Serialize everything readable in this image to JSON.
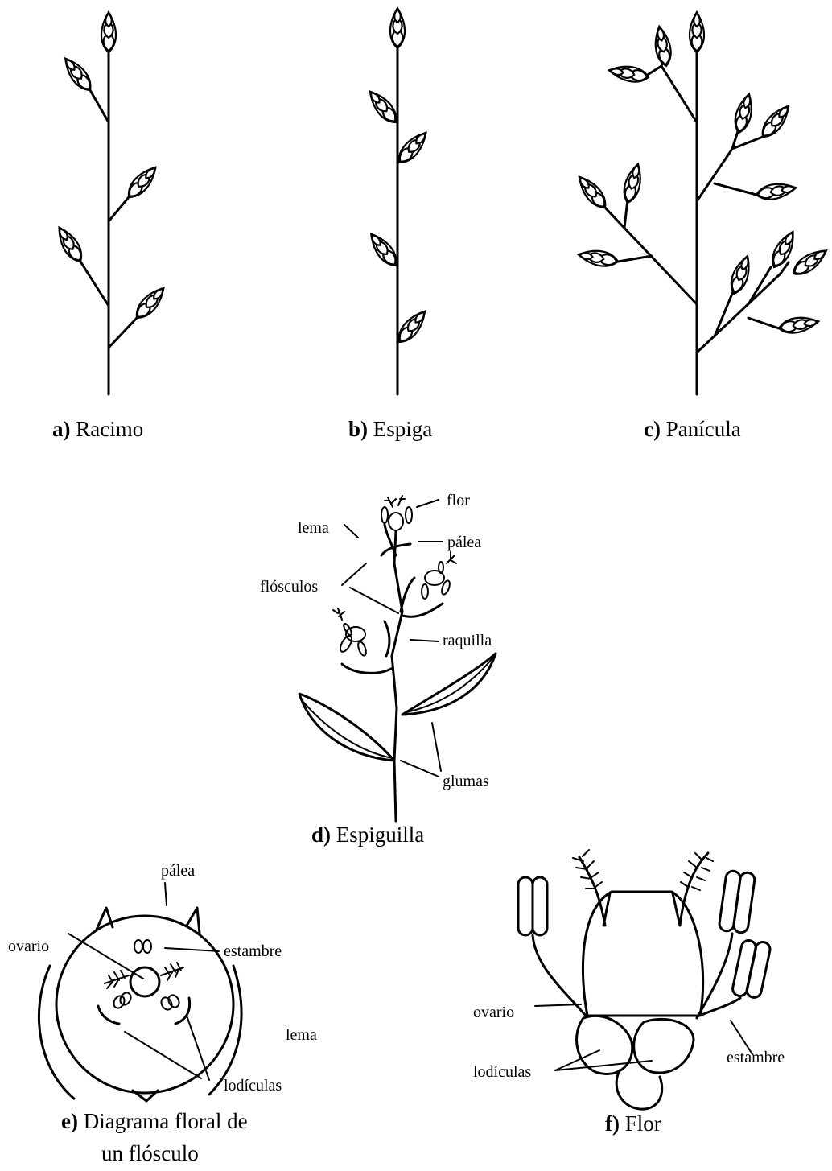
{
  "panels": {
    "a": {
      "letter": "a",
      "name": "Racimo"
    },
    "b": {
      "letter": "b",
      "name": "Espiga"
    },
    "c": {
      "letter": "c",
      "name": "Panícula"
    },
    "d": {
      "letter": "d",
      "name": "Espiguilla"
    },
    "e": {
      "letter": "e",
      "name_line1": "Diagrama floral de",
      "name_line2": "un flósculo"
    },
    "f": {
      "letter": "f",
      "name": "Flor"
    }
  },
  "labels_d": {
    "flor": "flor",
    "lema": "lema",
    "palea": "pálea",
    "flosculos": "flósculos",
    "raquilla": "raquilla",
    "glumas": "glumas"
  },
  "labels_e": {
    "palea": "pálea",
    "ovario": "ovario",
    "estambre": "estambre",
    "lema": "lema",
    "lodiculas": "lodículas"
  },
  "labels_f": {
    "ovario": "ovario",
    "lodiculas": "lodículas",
    "estambre": "estambre"
  }
}
